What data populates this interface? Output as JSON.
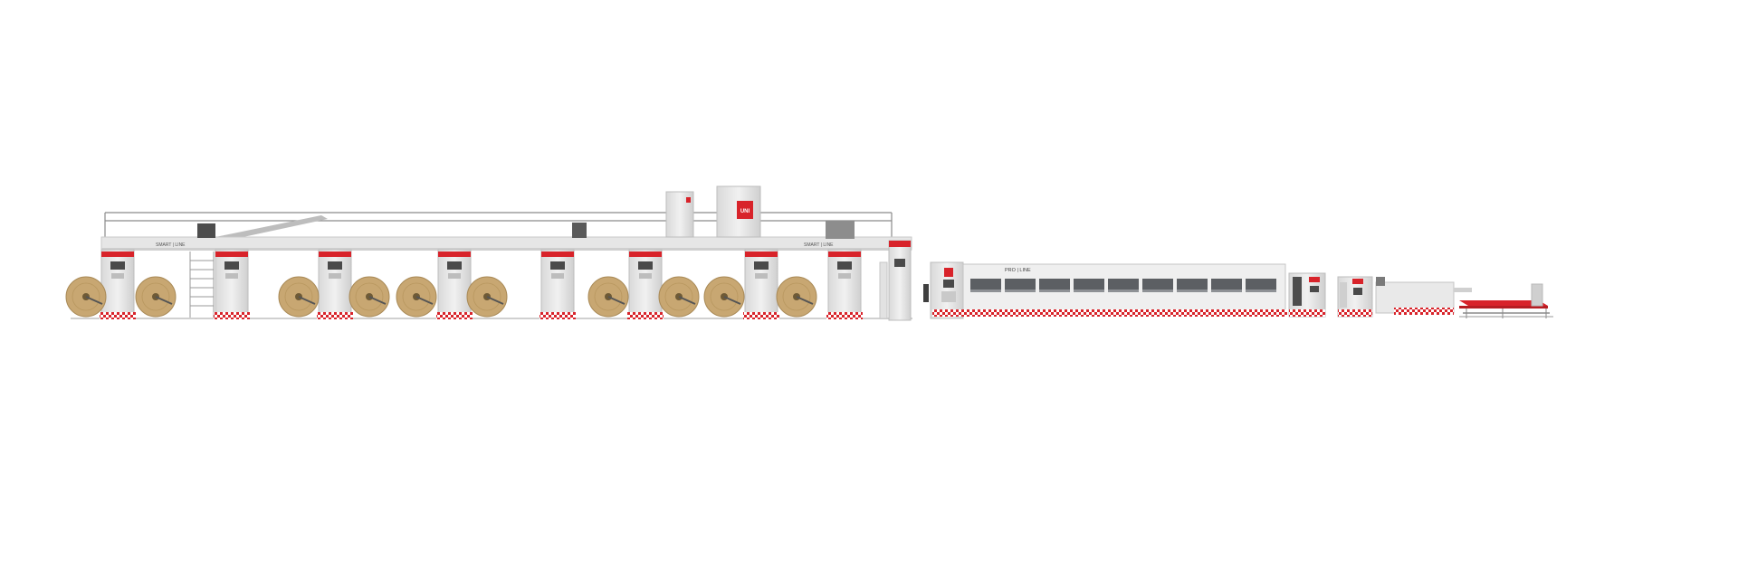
{
  "scene": {
    "logo_text": "UNI",
    "line1_label": "SMART | LINE",
    "line2_label": "PRO | LINE",
    "colors": {
      "background": "#ffffff",
      "frame": "#e8e8e8",
      "frame_shadow": "#cfcfcf",
      "accent_red": "#d8232a",
      "paper_roll": "#c8a772",
      "paper_roll_dark": "#a98a57",
      "glass": "#5c5f63",
      "rail": "#8a8a8a"
    }
  }
}
